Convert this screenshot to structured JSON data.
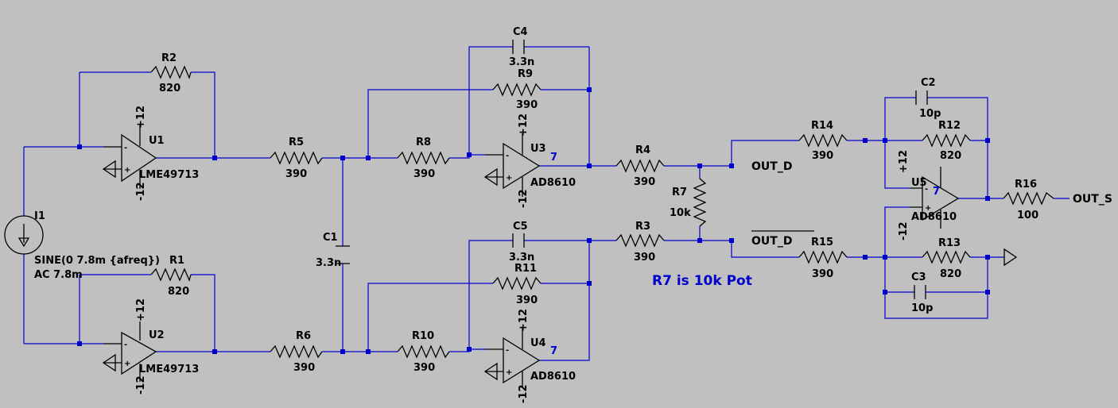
{
  "components": [
    {
      "ref": "R2",
      "value": "820"
    },
    {
      "ref": "R1",
      "value": "820"
    },
    {
      "ref": "R5",
      "value": "390"
    },
    {
      "ref": "R6",
      "value": "390"
    },
    {
      "ref": "R8",
      "value": "390"
    },
    {
      "ref": "R10",
      "value": "390"
    },
    {
      "ref": "R9",
      "value": "390"
    },
    {
      "ref": "R11",
      "value": "390"
    },
    {
      "ref": "R4",
      "value": "390"
    },
    {
      "ref": "R3",
      "value": "390"
    },
    {
      "ref": "R7",
      "value": "10k"
    },
    {
      "ref": "R14",
      "value": "390"
    },
    {
      "ref": "R15",
      "value": "390"
    },
    {
      "ref": "R12",
      "value": "820"
    },
    {
      "ref": "R13",
      "value": "820"
    },
    {
      "ref": "R16",
      "value": "100"
    },
    {
      "ref": "C4",
      "value": "3.3n"
    },
    {
      "ref": "C5",
      "value": "3.3n"
    },
    {
      "ref": "C1",
      "value": "3.3n"
    },
    {
      "ref": "C2",
      "value": "10p"
    },
    {
      "ref": "C3",
      "value": "10p"
    }
  ],
  "opamps": [
    {
      "ref": "U1",
      "model": "LME49713",
      "vpos": "+12",
      "vneg": "-12",
      "pin": ""
    },
    {
      "ref": "U2",
      "model": "LME49713",
      "vpos": "+12",
      "vneg": "-12",
      "pin": ""
    },
    {
      "ref": "U3",
      "model": "AD8610",
      "vpos": "+12",
      "vneg": "-12",
      "pin": "7"
    },
    {
      "ref": "U4",
      "model": "AD8610",
      "vpos": "+12",
      "vneg": "-12",
      "pin": "7"
    },
    {
      "ref": "U5",
      "model": "AD8610",
      "vpos": "+12",
      "vneg": "-12",
      "pin": "7"
    }
  ],
  "source": {
    "ref": "I1",
    "line1": "SINE(0 7.8m {afreq})",
    "line2": "AC 7.8m"
  },
  "nets": {
    "out_d": "OUT_D",
    "out_d_bar": "OUT_D",
    "out_s": "OUT_S"
  },
  "note": "R7 is 10k Pot",
  "colors": {
    "background": "#c0c0c0",
    "wire": "#0000cc",
    "component": "#000000"
  }
}
